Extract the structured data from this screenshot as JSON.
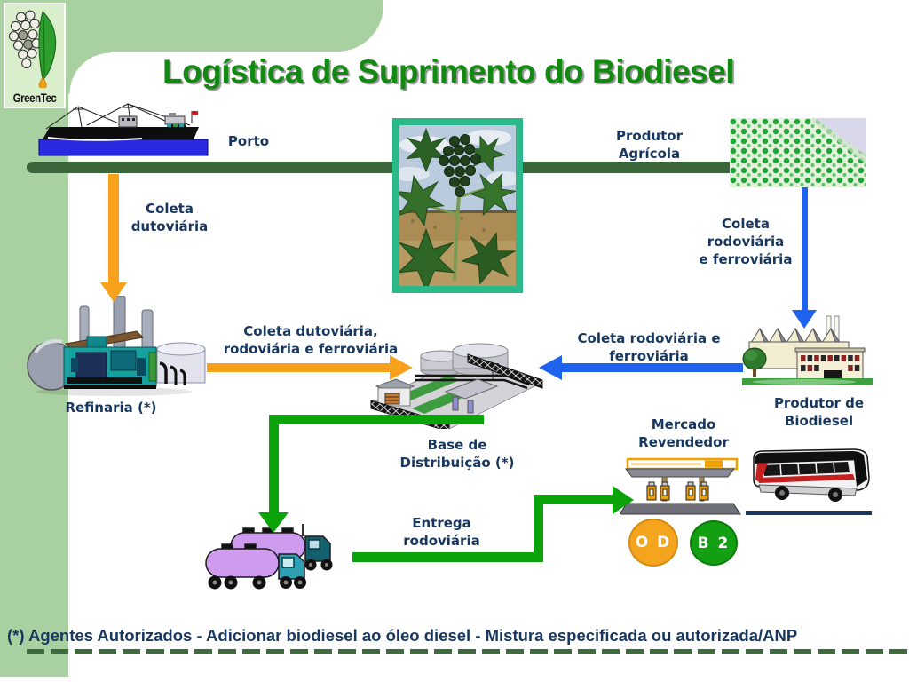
{
  "slide": {
    "title": "Logística de Suprimento do Biodiesel",
    "footnote": "(*) Agentes Autorizados - Adicionar biodiesel ao óleo diesel - Mistura especificada ou autorizada/ANP"
  },
  "logo": {
    "text": "GreenTec"
  },
  "nodes": {
    "porto": "Porto",
    "produtor_agricola": "Produtor\nAgrícola",
    "refinaria": "Refinaria (*)",
    "base_distribuicao": "Base de\nDistribuição (*)",
    "produtor_biodiesel": "Produtor de\nBiodiesel",
    "mercado_revendedor": "Mercado\nRevendedor"
  },
  "flows": {
    "coleta_dutoviaria": "Coleta\ndutoviária",
    "coleta_rodoviaria_ferroviaria": "Coleta\nrodoviária\ne ferroviária",
    "coleta_dutoviaria_rodoviaria_ferroviaria": "Coleta dutoviária,\nrodoviária e ferroviária",
    "coleta_rodoviaria_e_ferroviaria": "Coleta rodoviária e\nferroviária",
    "entrega_rodoviaria": "Entrega\nrodoviária"
  },
  "badges": {
    "od": "O D",
    "b2": "B 2"
  },
  "colors": {
    "title_green": "#128a12",
    "label_navy": "#17375e",
    "arrow_orange": "#f7a11d",
    "arrow_blue": "#1e63f0",
    "arrow_green": "#0aa30a",
    "band_green": "#a9d0a0",
    "road_green": "#3b663b",
    "badge_od_bg": "#f5a51d",
    "badge_b2_bg": "#12a012",
    "photo_border": "#2cb98a"
  }
}
